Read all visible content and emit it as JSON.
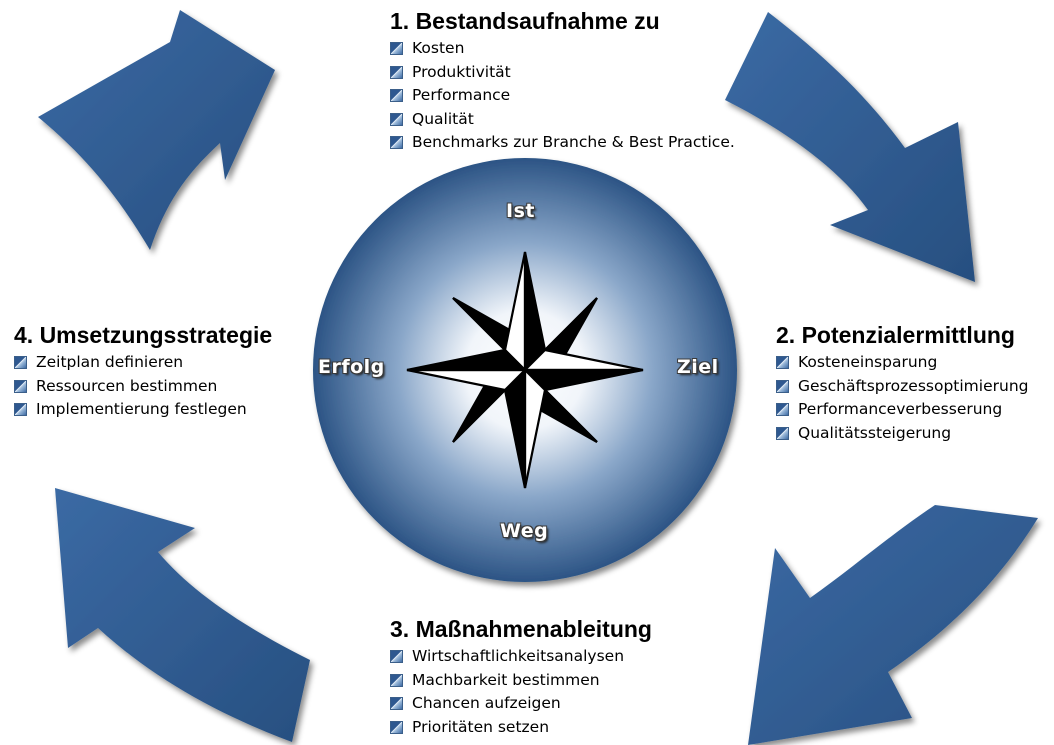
{
  "steps": [
    {
      "title": "1. Bestandsaufnahme zu",
      "items": [
        "Kosten",
        "Produktivität",
        "Performance",
        "Qualität",
        "Benchmarks zur Branche & Best Practice."
      ]
    },
    {
      "title": "2. Potenzialermittlung",
      "items": [
        "Kosteneinsparung",
        "Geschäftsprozessoptimierung",
        "Performanceverbesserung",
        "Qualitätssteigerung"
      ]
    },
    {
      "title": "3. Maßnahmenableitung",
      "items": [
        "Wirtschaftlichkeitsanalysen",
        "Machbarkeit bestimmen",
        "Chancen aufzeigen",
        "Prioritäten setzen"
      ]
    },
    {
      "title": "4. Umsetzungsstrategie",
      "items": [
        "Zeitplan definieren",
        "Ressourcen bestimmen",
        "Implementierung festlegen"
      ]
    }
  ],
  "compass": {
    "top": "Ist",
    "right": "Ziel",
    "bottom": "Weg",
    "left": "Erfolg"
  },
  "colors": {
    "arrow": "#2f5d94",
    "circle_edge": "#2c5485",
    "circle_center": "#ffffff"
  }
}
